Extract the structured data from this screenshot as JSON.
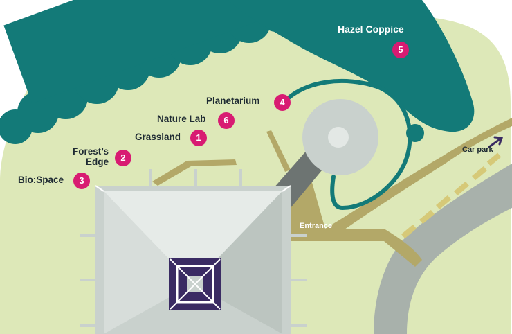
{
  "map": {
    "markers": [
      {
        "number": "1",
        "label": "Grassland"
      },
      {
        "number": "2",
        "label_line1": "Forest’s",
        "label_line2": "Edge"
      },
      {
        "number": "3",
        "label": "Bio:Space"
      },
      {
        "number": "4",
        "label": "Planetarium"
      },
      {
        "number": "5",
        "label": "Hazel Coppice"
      },
      {
        "number": "6",
        "label": "Nature Lab"
      }
    ],
    "entrance_label": "Entrance",
    "car_park_label": "Car park"
  },
  "colors": {
    "grass": "#dde8b8",
    "forest": "#137a78",
    "path": "#b3a868",
    "building": "#c9d1cd",
    "road": "#a8b1ab",
    "marker": "#d81b72",
    "pyramid_core": "#3a2b63"
  },
  "icons": {
    "car_park_arrow": "arrow-up-right-icon"
  }
}
